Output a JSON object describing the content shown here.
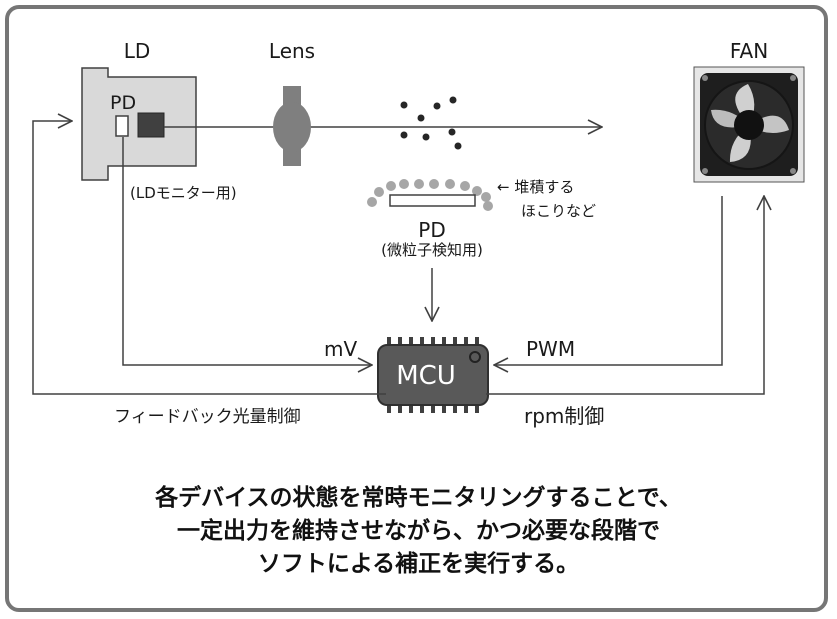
{
  "labels": {
    "ld": "LD",
    "lens": "Lens",
    "fan": "FAN",
    "pd_ld": "PD",
    "ld_monitor": "(LDモニター用)",
    "dust_note_line1": "← 堆積する",
    "dust_note_line2": "ほこりなど",
    "pd_main": "PD",
    "pd_main_note": "(微粒子検知用)",
    "mv": "mV",
    "pwm": "PWM",
    "mcu": "MCU",
    "feedback": "フィードバック光量制御",
    "rpm": "rpm制御"
  },
  "summary": [
    "各デバイスの状態を常時モニタリングすることで、",
    "一定出力を維持させながら、かつ必要な段階で",
    "ソフトによる補正を実行する。"
  ],
  "colors": {
    "frame": "#767676",
    "ld_body": "#d9d9d9",
    "lens": "#7f7f7f",
    "mcu_body": "#595959",
    "dust": "#a6a6a6",
    "line": "#404040"
  }
}
